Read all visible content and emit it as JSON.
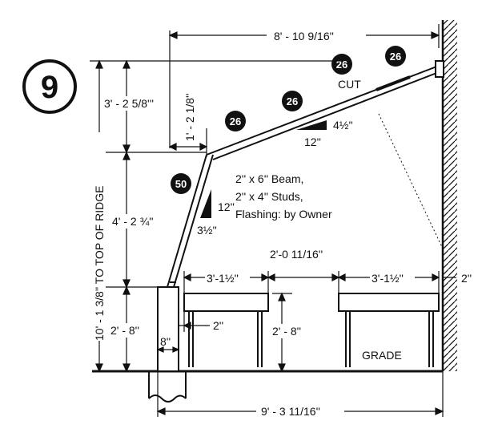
{
  "figure_number": "9",
  "badges": [
    "26",
    "26",
    "26",
    "26",
    "50"
  ],
  "labels": {
    "cut": "CUT",
    "beam": "2'' x 6'' Beam,",
    "studs": "2'' x 4'' Studs,",
    "flashing": "Flashing: by Owner",
    "grade": "GRADE"
  },
  "dimensions": {
    "top_span": "8' - 10 9/16''",
    "left_upper": "3' - 2 5/8'''",
    "offset": "1' - 2 1/8''",
    "left_mid": "4' - 2 ¾''",
    "left_low": "2' - 8''",
    "total_height": "10' - 1 3/8'' TO TOP OF RIDGE",
    "post_width": "8''",
    "post_gap": "2''",
    "bench_left": "3'-1½''",
    "bench_gap": "2'-0 11/16''",
    "bench_right": "3'-1½''",
    "wall_gap": "2''",
    "bench_height": "2' - 8''",
    "bottom_span": "9' - 3 11/16''"
  },
  "slopes": {
    "roof_rise": "4½''",
    "roof_run": "12''",
    "wall_rise": "12''",
    "wall_run": "3½''"
  }
}
